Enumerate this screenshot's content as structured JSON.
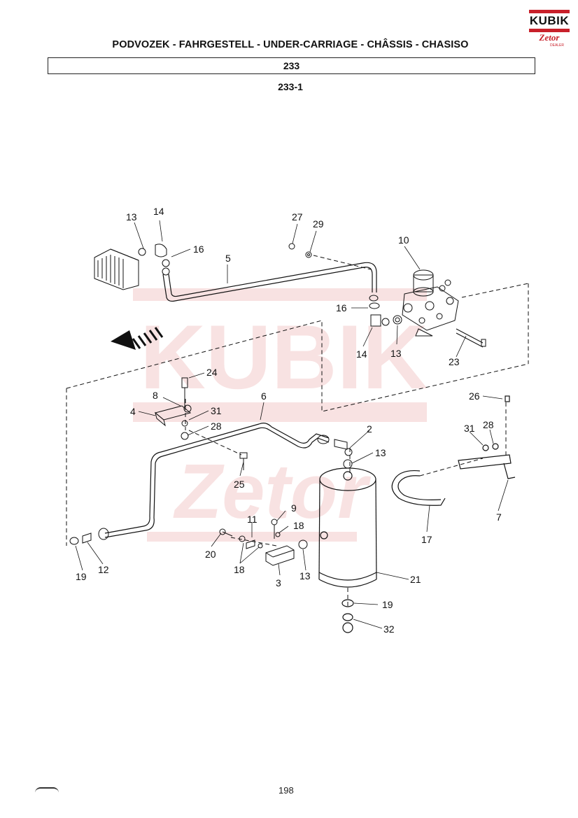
{
  "header": {
    "title": "PODVOZEK - FAHRGESTELL - UNDER-CARRIAGE - CHÂSSIS - CHASISO",
    "section": "233",
    "subsection": "233-1"
  },
  "logo": {
    "word": "KUBIK",
    "sub": "Zetor",
    "tiny": "DEALER"
  },
  "watermark": {
    "word": "KUBIK",
    "sub": "Zetor"
  },
  "page": {
    "number": "198"
  },
  "callouts": {
    "c13a": "13",
    "c14a": "14",
    "c16a": "16",
    "c5": "5",
    "c27": "27",
    "c29": "29",
    "c10": "10",
    "c16b": "16",
    "c14b": "14",
    "c13b": "13",
    "c23": "23",
    "c24": "24",
    "c8": "8",
    "c4": "4",
    "c31a": "31",
    "c28a": "28",
    "c6": "6",
    "c2": "2",
    "c13c": "13",
    "c25": "25",
    "c26": "26",
    "c31b": "31",
    "c28b": "28",
    "c7": "7",
    "c17": "17",
    "c9": "9",
    "c11": "11",
    "c18a": "18",
    "c20": "20",
    "c18b": "18",
    "c3": "3",
    "c13d": "13",
    "c21": "21",
    "c19a": "19",
    "c12": "12",
    "c19b": "19",
    "c32": "32"
  },
  "colors": {
    "line": "#111111",
    "watermark_red": "#f3cccc",
    "accent_red": "#c8202a"
  }
}
